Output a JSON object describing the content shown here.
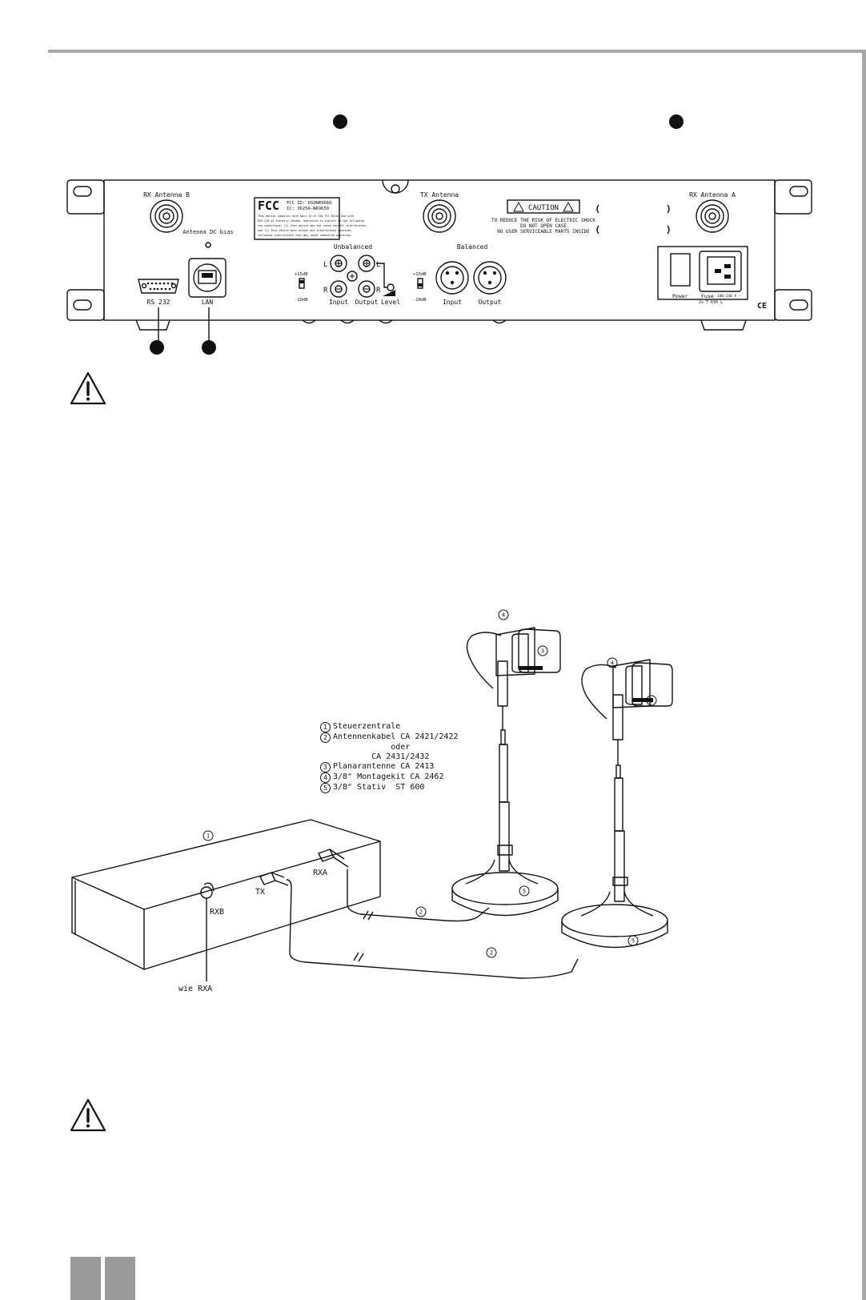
{
  "rear_panel": {
    "rx_antenna_b": "RX Antenna B",
    "fcc": "FCC",
    "fcc_id": "FCC ID: DSONR9660",
    "ic": "IC: 3625A-NR9650",
    "fcc_notice": [
      "This device complies with part 15 of the FCC Rules and with",
      "RSS-210 of Industry Canada. Operation is subject to the following",
      "two conditions: (1) this device may not cause harmful interference,",
      "and (2) this device must accept any interference received,",
      "including interference that may cause undesired operation."
    ],
    "tx_antenna": "TX Antenna",
    "caution": "CAUTION",
    "caution_lines": [
      "TO REDUCE THE RISK OF ELECTRIC SHOCK",
      "DO NOT OPEN CASE",
      "NO USER SERVICEABLE PARTS INSIDE"
    ],
    "rx_antenna_a": "RX Antenna A",
    "antenna_dc_bias": "Antenna DC bias",
    "unbalanced": "Unbalanced",
    "balanced": "Balanced",
    "channel_l": "L",
    "channel_r": "R",
    "plus_15db": "+15dB",
    "minus_10db": "-10dB",
    "rs232": "RS 232",
    "lan": "LAN",
    "input": "Input",
    "output": "Output",
    "level": "Level",
    "power": "Power",
    "fuse": "Fuse",
    "voltage": "100-240 V ~",
    "fuse_rating": "2x T 630 L",
    "ce": "CE"
  },
  "setup_diagram": {
    "legend": [
      {
        "num": "1",
        "text": "Steuerzentrale"
      },
      {
        "num": "2",
        "text": "Antennenkabel CA 2421/2422",
        "cont": [
          "            oder",
          "        CA 2431/2432"
        ]
      },
      {
        "num": "3",
        "text": "Planarantenne CA 2413"
      },
      {
        "num": "4",
        "text": "3/8\" Montagekit CA 2462"
      },
      {
        "num": "5",
        "text": "3/8\" Stativ  ST 600"
      }
    ],
    "labels": {
      "one": "1",
      "two": "2",
      "three": "3",
      "four": "4",
      "five": "5",
      "rxa": "RXA",
      "rxb": "RXB",
      "tx": "TX",
      "wie_rxa": "wie RXA"
    }
  }
}
